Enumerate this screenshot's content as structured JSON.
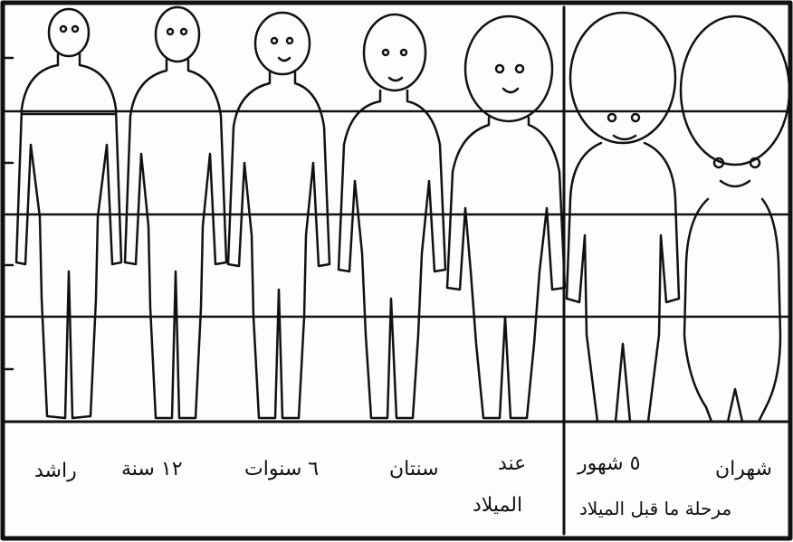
{
  "labels": {
    "adult": "راشد",
    "age_12": "١٢ سنة",
    "age_6": "٦ سنوات",
    "age_2": "سنتان",
    "at_birth_1": "عند",
    "at_birth_2": "الميلاد",
    "months_5": "٥ شهور",
    "months_2": "شهران",
    "prenatal": "مرحلة ما قبل الميلاد"
  },
  "colors": {
    "line": "#111111",
    "shade": "#3a3a3a",
    "background": "#fdfdfd"
  }
}
